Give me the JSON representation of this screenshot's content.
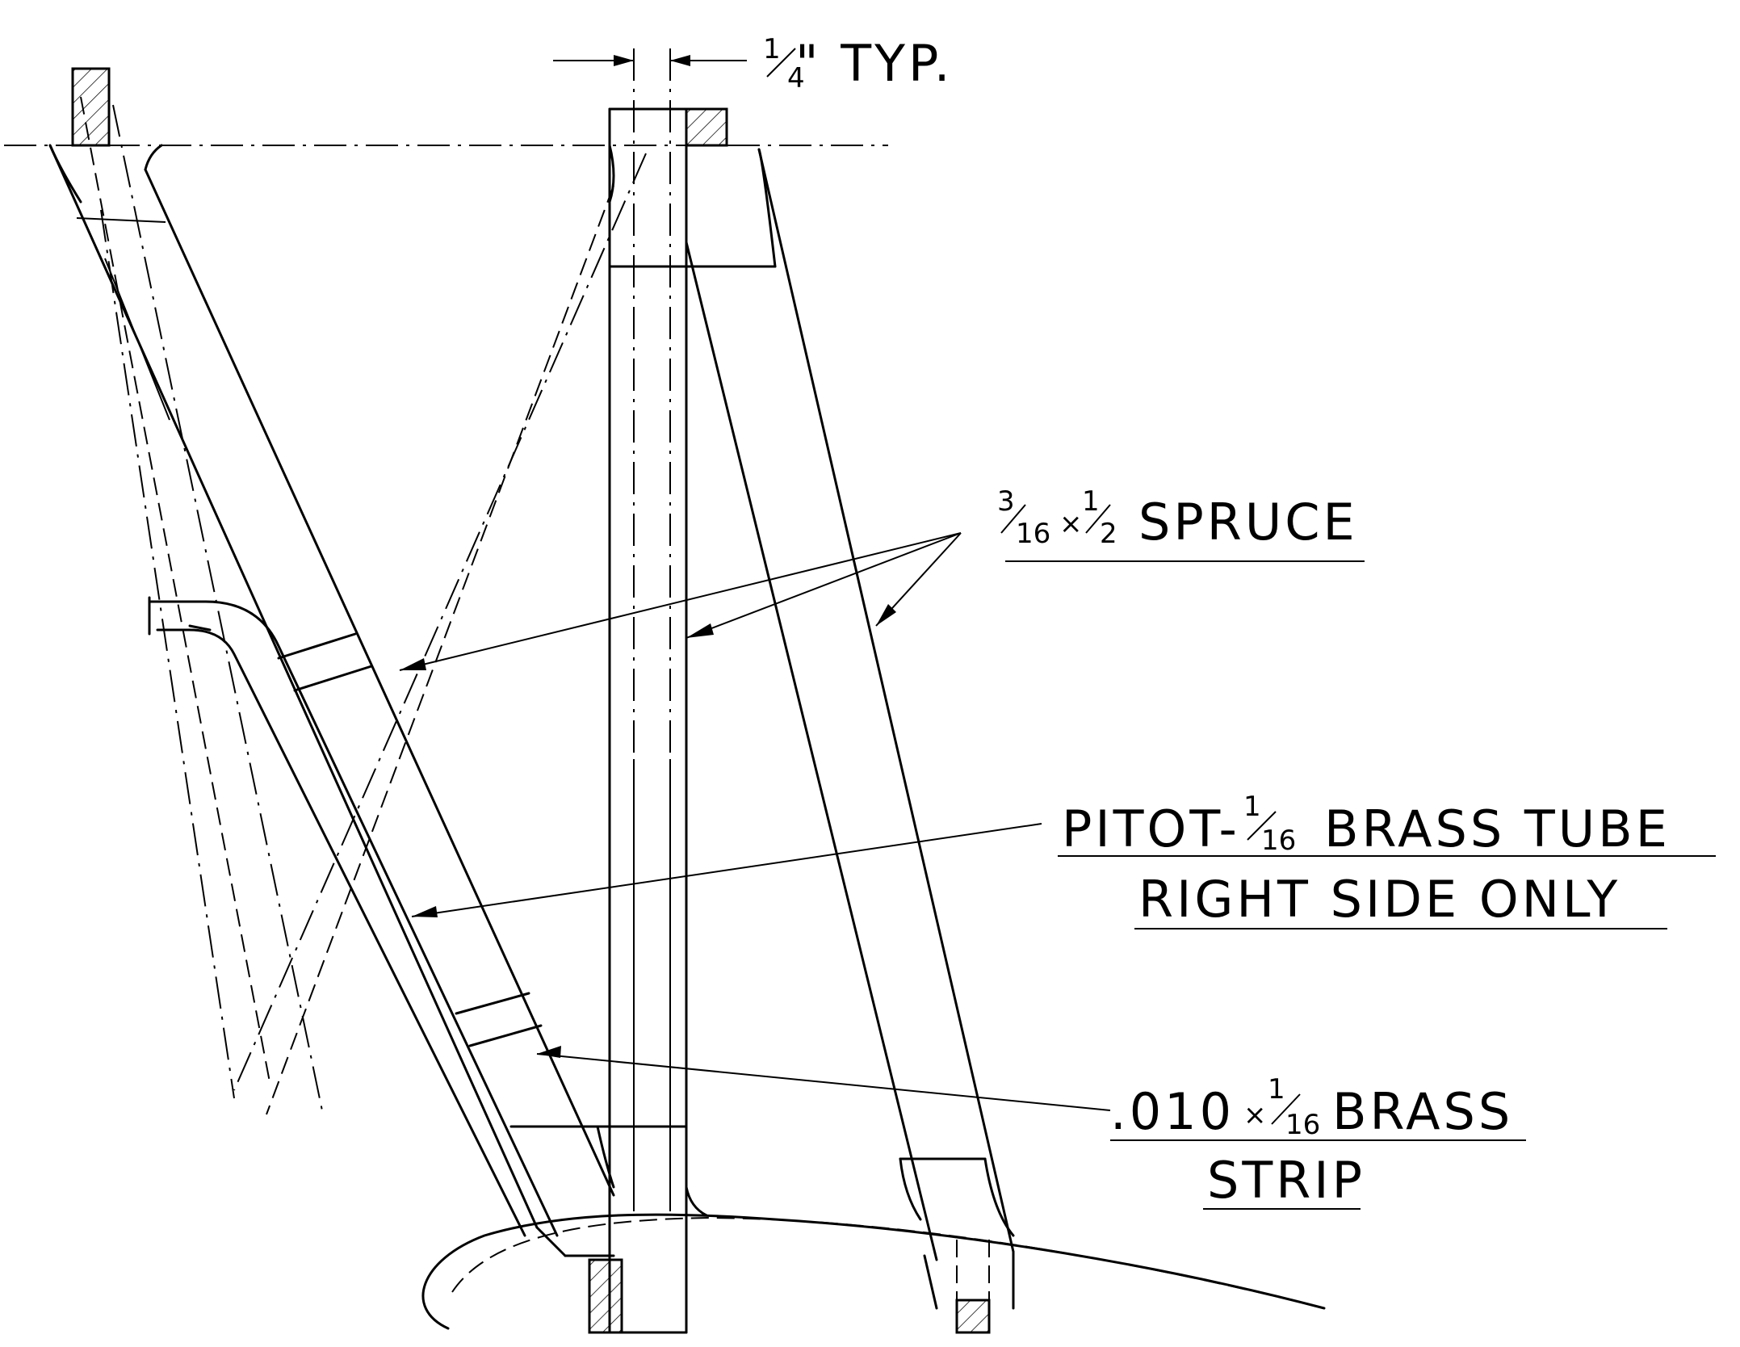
{
  "labels": {
    "typ_num": "1",
    "typ_den": "4",
    "typ_tail": "\" TYP.",
    "spruce_a_num": "3",
    "spruce_a_den": "16",
    "spruce_b_num": "1",
    "spruce_b_den": "2",
    "spruce_tail": "SPRUCE",
    "pitot_head": "PITOT-",
    "pitot_num": "1",
    "pitot_den": "16",
    "pitot_tail": "BRASS TUBE",
    "right_side": "RIGHT SIDE ONLY",
    "brass_head": ".010",
    "brass_num": "1",
    "brass_den": "16",
    "brass_tail": "BRASS",
    "strip": "STRIP"
  }
}
